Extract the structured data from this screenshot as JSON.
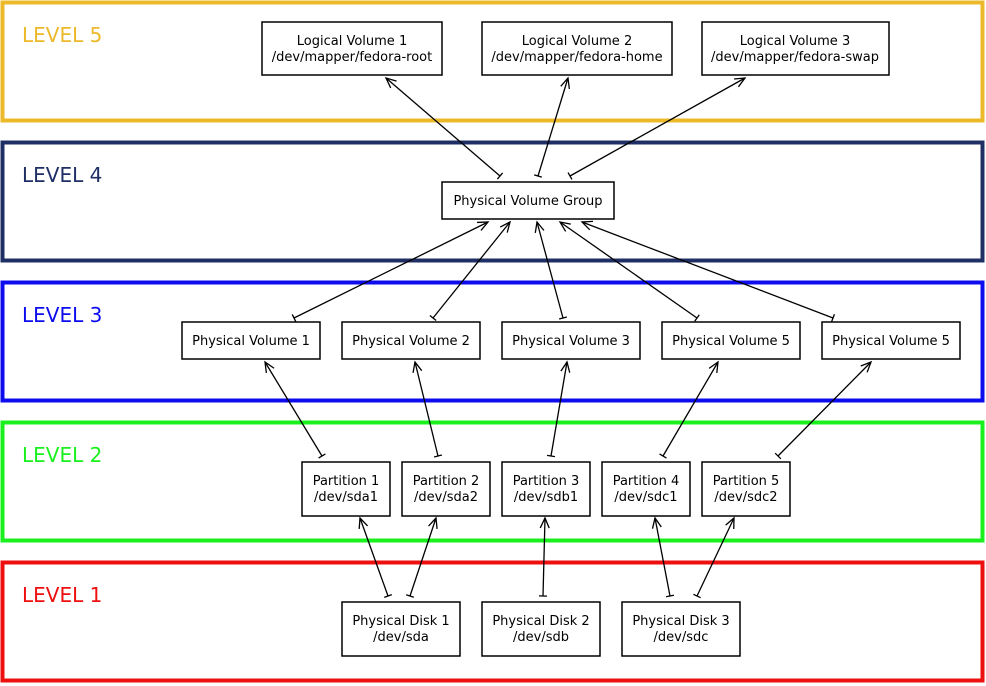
{
  "levels": [
    {
      "id": "level-1",
      "label": "LEVEL 1",
      "color": "#ee0f0f"
    },
    {
      "id": "level-2",
      "label": "LEVEL 2",
      "color": "#19f01e"
    },
    {
      "id": "level-3",
      "label": "LEVEL 3",
      "color": "#0c0cee"
    },
    {
      "id": "level-4",
      "label": "LEVEL 4",
      "color": "#1f2f66"
    },
    {
      "id": "level-5",
      "label": "LEVEL 5",
      "color": "#ecb92a"
    }
  ],
  "nodes": {
    "lv1": {
      "lines": [
        "Logical Volume 1",
        "/dev/mapper/fedora-root"
      ]
    },
    "lv2": {
      "lines": [
        "Logical Volume 2",
        "/dev/mapper/fedora-home"
      ]
    },
    "lv3": {
      "lines": [
        "Logical Volume 3",
        "/dev/mapper/fedora-swap"
      ]
    },
    "pvg": {
      "lines": [
        "Physical Volume Group"
      ]
    },
    "pv1": {
      "lines": [
        "Physical Volume 1"
      ]
    },
    "pv2": {
      "lines": [
        "Physical Volume 2"
      ]
    },
    "pv3": {
      "lines": [
        "Physical Volume 3"
      ]
    },
    "pv4": {
      "lines": [
        "Physical Volume 5"
      ]
    },
    "pv5": {
      "lines": [
        "Physical Volume 5"
      ]
    },
    "part1": {
      "lines": [
        "Partition 1",
        "/dev/sda1"
      ]
    },
    "part2": {
      "lines": [
        "Partition 2",
        "/dev/sda2"
      ]
    },
    "part3": {
      "lines": [
        "Partition 3",
        "/dev/sdb1"
      ]
    },
    "part4": {
      "lines": [
        "Partition 4",
        "/dev/sdc1"
      ]
    },
    "part5": {
      "lines": [
        "Partition 5",
        "/dev/sdc2"
      ]
    },
    "disk1": {
      "lines": [
        "Physical Disk 1",
        "/dev/sda"
      ]
    },
    "disk2": {
      "lines": [
        "Physical Disk 2",
        "/dev/sdb"
      ]
    },
    "disk3": {
      "lines": [
        "Physical Disk 3",
        "/dev/sdc"
      ]
    }
  },
  "connections": [
    {
      "from": "disk1",
      "to": "part1"
    },
    {
      "from": "disk1",
      "to": "part2"
    },
    {
      "from": "disk2",
      "to": "part3"
    },
    {
      "from": "disk3",
      "to": "part4"
    },
    {
      "from": "disk3",
      "to": "part5"
    },
    {
      "from": "part1",
      "to": "pv1"
    },
    {
      "from": "part2",
      "to": "pv2"
    },
    {
      "from": "part3",
      "to": "pv3"
    },
    {
      "from": "part4",
      "to": "pv4"
    },
    {
      "from": "part5",
      "to": "pv5"
    },
    {
      "from": "pv1",
      "to": "pvg"
    },
    {
      "from": "pv2",
      "to": "pvg"
    },
    {
      "from": "pv3",
      "to": "pvg"
    },
    {
      "from": "pv4",
      "to": "pvg"
    },
    {
      "from": "pv5",
      "to": "pvg"
    },
    {
      "from": "pvg",
      "to": "lv1"
    },
    {
      "from": "pvg",
      "to": "lv2"
    },
    {
      "from": "pvg",
      "to": "lv3"
    }
  ]
}
